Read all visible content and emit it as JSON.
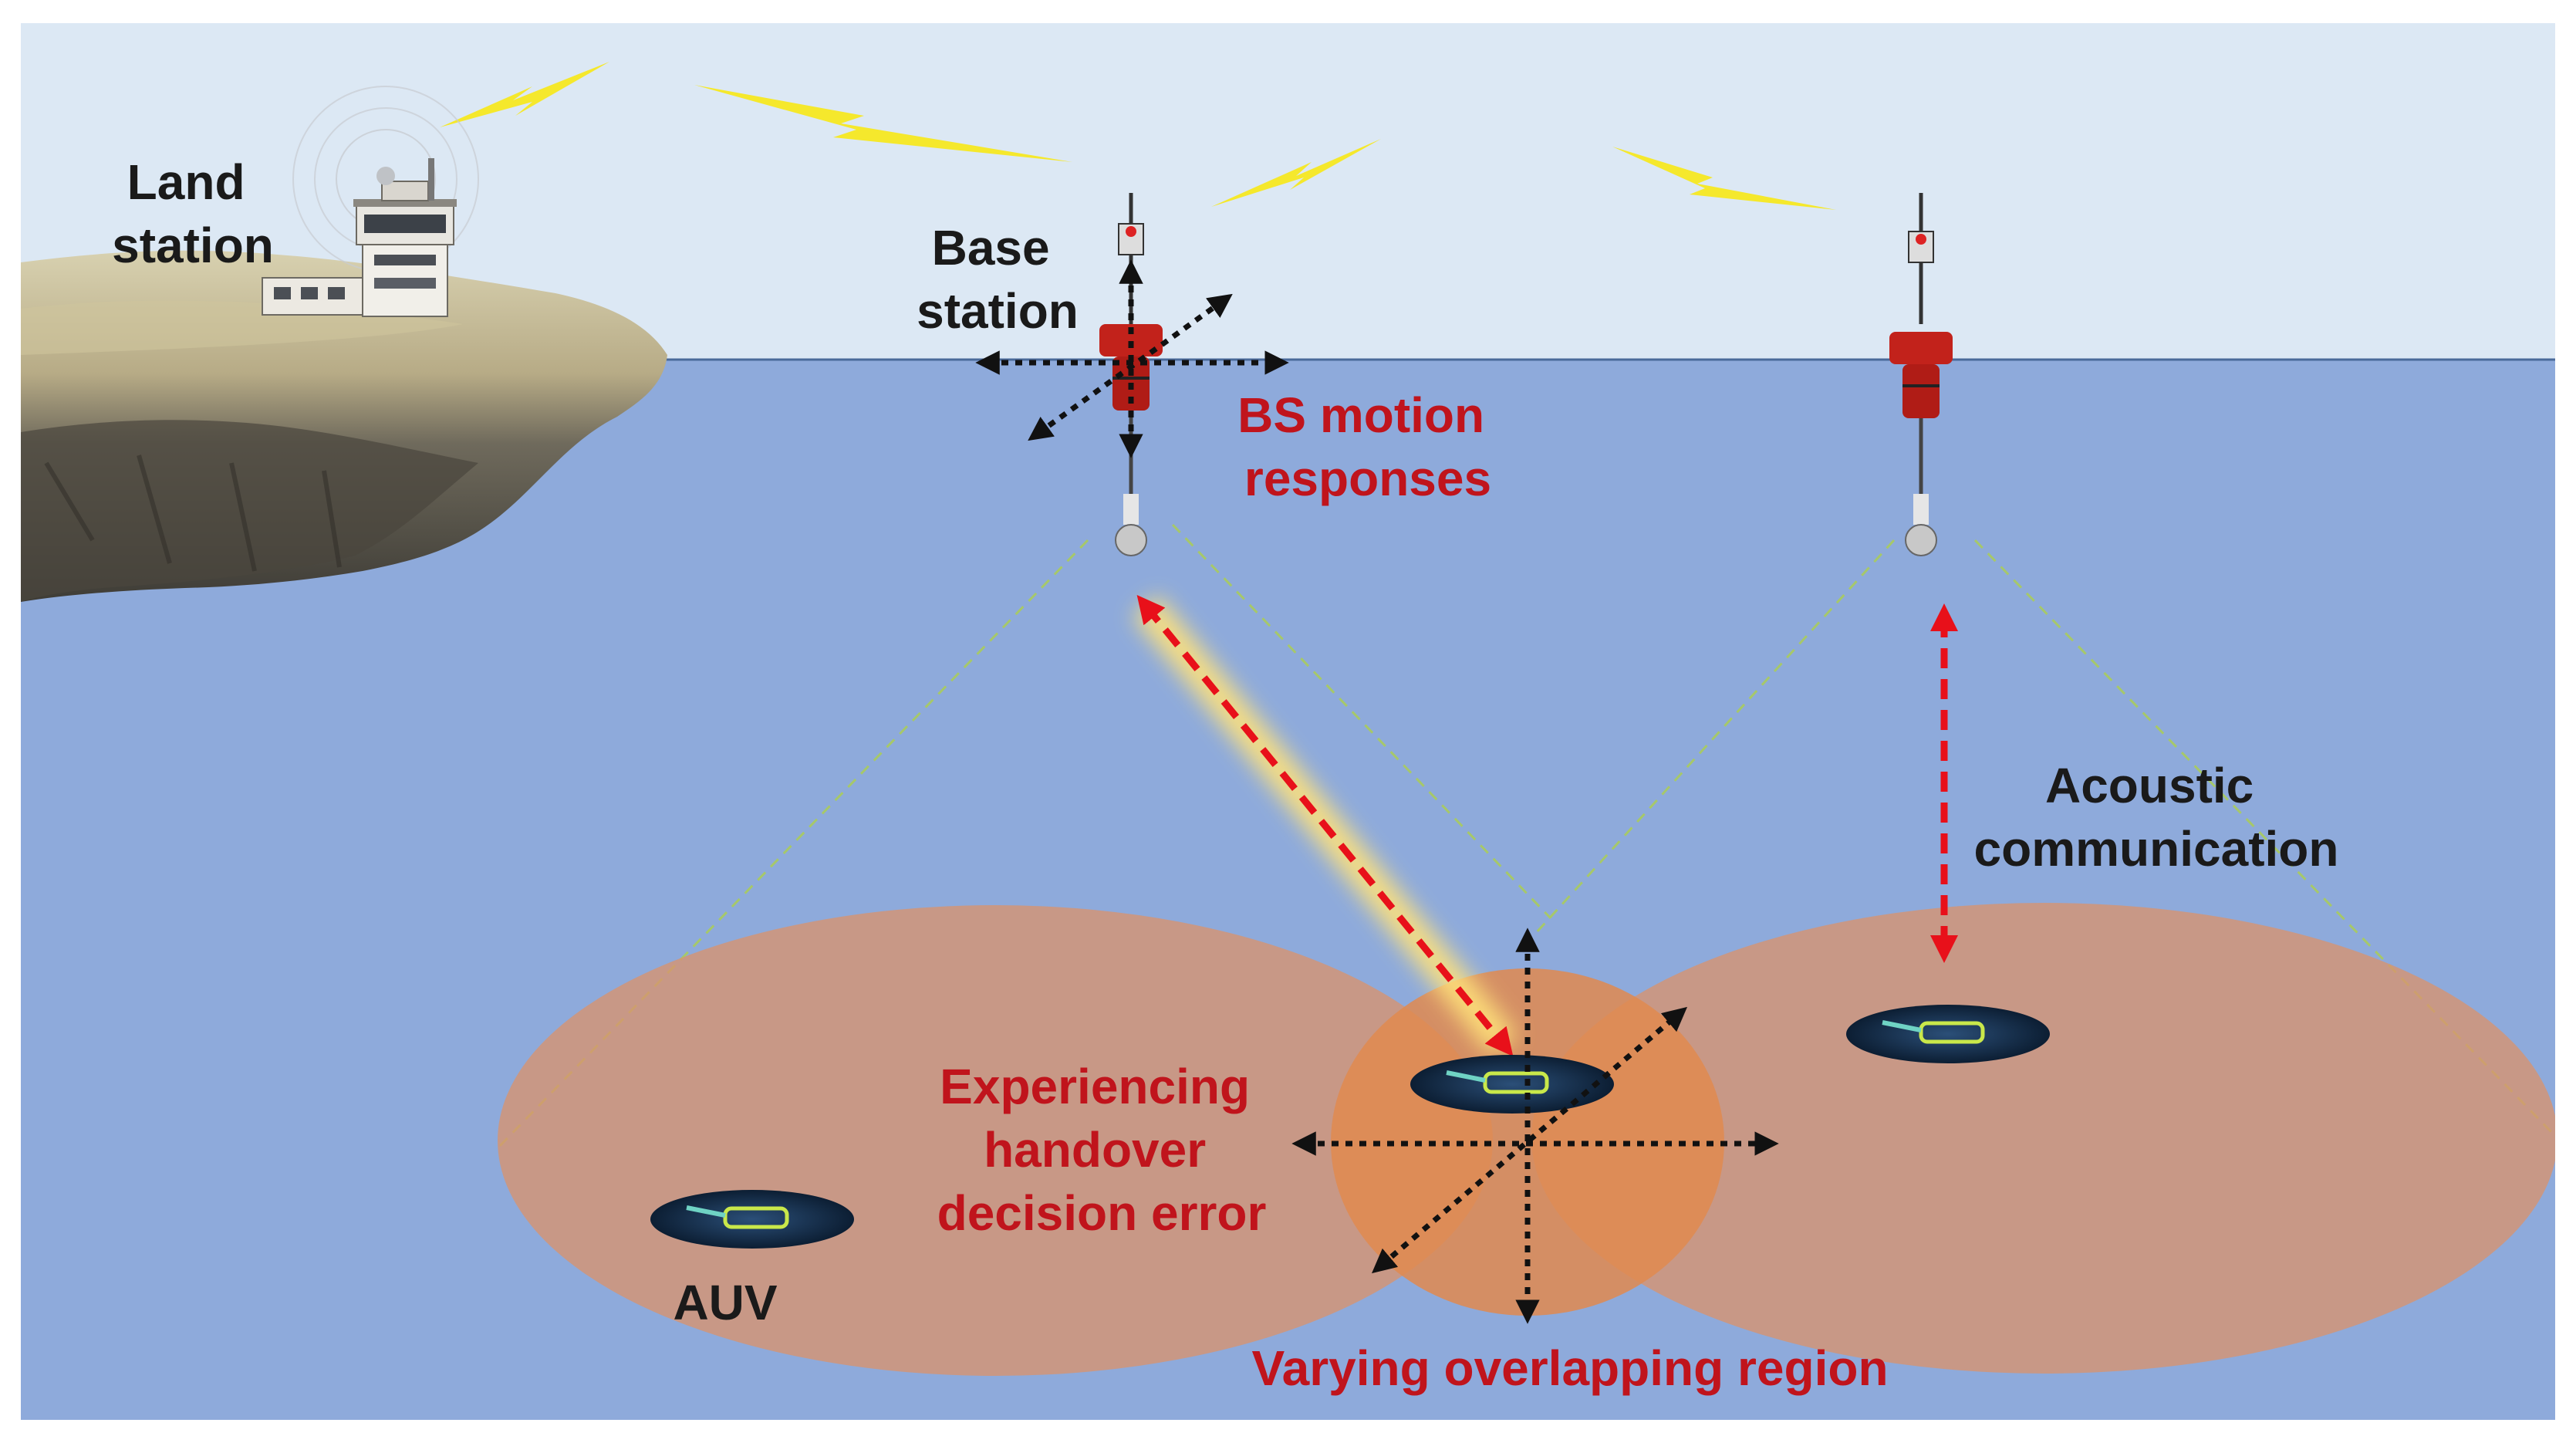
{
  "labels": {
    "land_station": [
      "Land",
      "station"
    ],
    "base_station": [
      "Base",
      "station"
    ],
    "bs_motion": [
      "BS motion",
      "responses"
    ],
    "acoustic": [
      "Acoustic",
      "communication"
    ],
    "handover_error": [
      "Experiencing",
      "handover",
      "decision error"
    ],
    "auv": "AUV",
    "overlap": "Varying overlapping region"
  },
  "colors": {
    "sky": "#dce8f4",
    "sea": "#8eaadb",
    "coverage_ellipse": "#d9936e",
    "overlap_region": "#e0894f",
    "dashed_cone": "#a6c86a",
    "red_arrow": "#e8101a",
    "arrow_glow": "#ffe27a",
    "lightning": "#f5e821",
    "label_dark": "#1a1a1a",
    "label_red": "#c0141c"
  },
  "icons": {
    "land_station": "control-tower-icon",
    "buoy": "buoy-icon",
    "auv": "auv-icon",
    "lightning": "lightning-bolt-icon"
  }
}
